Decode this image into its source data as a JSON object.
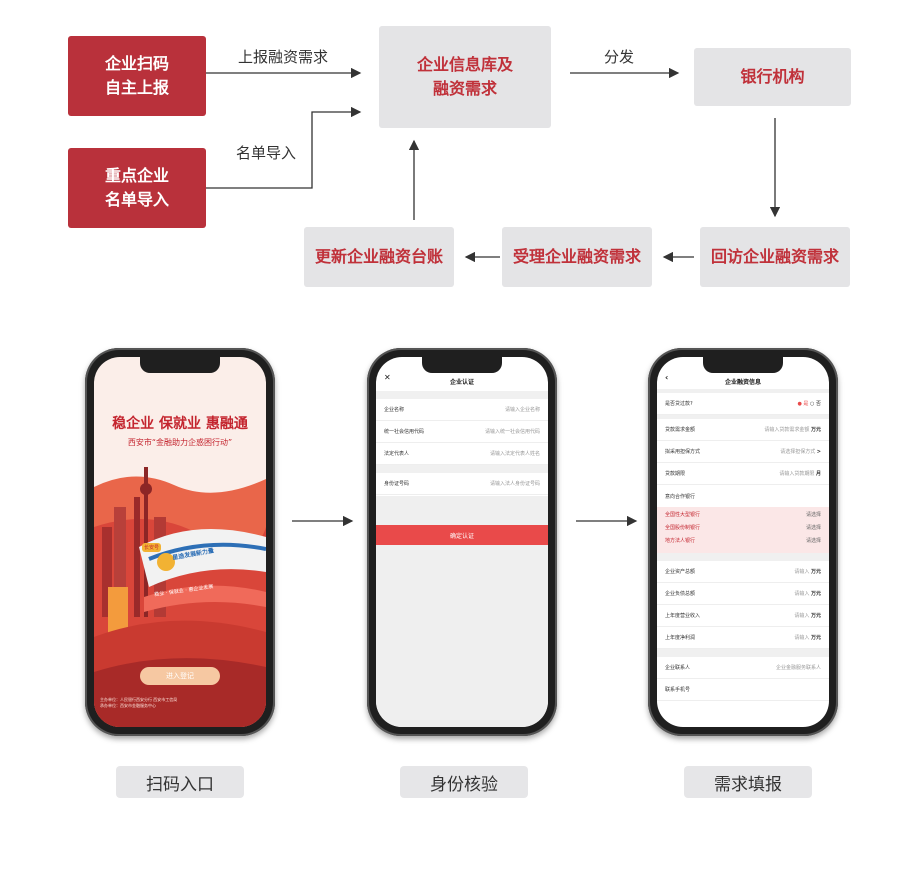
{
  "flow": {
    "box_scan": [
      "企业扫码",
      "自主上报"
    ],
    "box_import": [
      "重点企业",
      "名单导入"
    ],
    "box_db": [
      "企业信息库及",
      "融资需求"
    ],
    "box_bank": "银行机构",
    "box_revisit": "回访企业融资需求",
    "box_accept": "受理企业融资需求",
    "box_update": "更新企业融资台账",
    "label_report": "上报融资需求",
    "label_import": "名单导入",
    "label_dispatch": "分发"
  },
  "phone1": {
    "slogan": "稳企业 保就业 惠融通",
    "subtitle": "西安市“金融助力企惑困行动”",
    "badge": "长安号",
    "train_text": "星途发展新力量",
    "banner": "稳业 · 保就业 · 惠企业发展",
    "button": "进入登记",
    "footer": [
      "主办单位：人民银行西安分行 西安市工信局",
      "承办单位：西安市金融服务中心"
    ]
  },
  "phone2": {
    "title": "企业认证",
    "close_icon": "close-icon",
    "fields": [
      {
        "label": "企业名称",
        "placeholder": "请输入企业名称"
      },
      {
        "label": "统一社会信用代码",
        "placeholder": "请输入统一社会信用代码"
      },
      {
        "label": "法定代表人",
        "placeholder": "请输入法定代表人姓名"
      },
      {
        "label": "身份证号码",
        "placeholder": "请输入法人身份证号码"
      }
    ],
    "submit": "确定认证"
  },
  "phone3": {
    "title": "企业融资信息",
    "back_icon": "back-icon",
    "question": "是否贷过款?",
    "radio_yes": "是",
    "radio_no": "否",
    "rows1": [
      {
        "label": "贷款需求金额",
        "value": "请输入贷款需求金额",
        "unit": "万元"
      },
      {
        "label": "拟采用担保方式",
        "value": "请选择担保方式",
        "unit": ">"
      },
      {
        "label": "贷款期限",
        "value": "请输入贷款期限",
        "unit": "月"
      }
    ],
    "bank_header": "意向合作银行",
    "banks": [
      {
        "label": "全国性大型银行",
        "value": "请选择"
      },
      {
        "label": "全国股份制银行",
        "value": "请选择"
      },
      {
        "label": "地方法人银行",
        "value": "请选择"
      }
    ],
    "rows2": [
      {
        "label": "企业资产总额",
        "value": "请输入",
        "unit": "万元"
      },
      {
        "label": "企业负债总额",
        "value": "请输入",
        "unit": "万元"
      },
      {
        "label": "上年度营业收入",
        "value": "请输入",
        "unit": "万元"
      },
      {
        "label": "上年度净利润",
        "value": "请输入",
        "unit": "万元"
      }
    ],
    "rows3": [
      {
        "label": "企业联系人",
        "value": "企业金融服务联系人"
      },
      {
        "label": "联系手机号",
        "value": ""
      }
    ]
  },
  "captions": {
    "c1": "扫码入口",
    "c2": "身份核验",
    "c3": "需求填报"
  },
  "colors": {
    "brand_red": "#b9313b",
    "grey_box": "#e4e4e6",
    "accent_red": "#e94a4a"
  }
}
